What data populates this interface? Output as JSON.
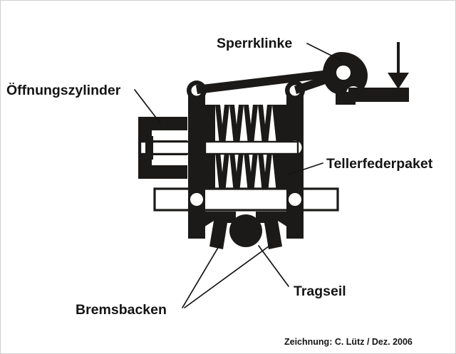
{
  "figure": {
    "title_alt": "Seilbremse / Fangvorrichtung Schnittzeichnung",
    "background_color": "#ffffff",
    "ink_color": "#1c1a18",
    "border_color": "#cfcfcf"
  },
  "labels": {
    "opening_cylinder": "Öffnungszylinder",
    "pawl": "Sperrklinke",
    "disc_spring_pack": "Tellerfederpaket",
    "brake_shoes": "Bremsbacken",
    "hoisting_rope": "Tragseil"
  },
  "credit": {
    "text": "Zeichnung: C. Lütz / Dez. 2006"
  },
  "parts": {
    "force_arrow": "down-arrow",
    "pivot_count_right_column": 3,
    "spring_waves": 8
  }
}
